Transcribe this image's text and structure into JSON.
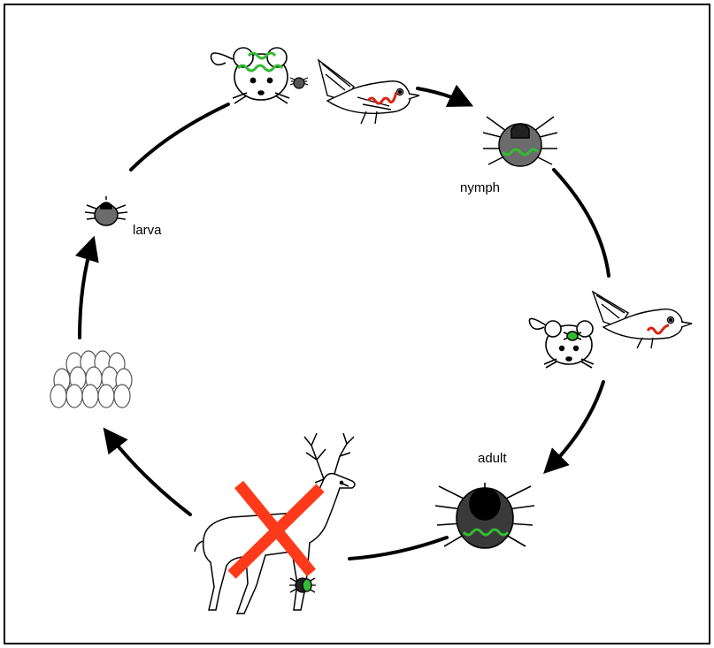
{
  "stages": {
    "larva": "larva",
    "nymph": "nymph",
    "adult": "adult"
  },
  "colors": {
    "cycle_line": "#000000",
    "tick_body": "#6b6b6b",
    "tick_body_adult": "#3a3a3a",
    "tick_scutum": "#000000",
    "pathogen_green": "#33bb33",
    "pathogen_red": "#dd2211",
    "cross_out": "#ff3a1a",
    "eggs_outline": "#555555"
  },
  "icons": [
    "mouse-icon",
    "bird-icon",
    "tick-icon",
    "eggs-icon",
    "deer-icon",
    "cross-out-icon"
  ]
}
